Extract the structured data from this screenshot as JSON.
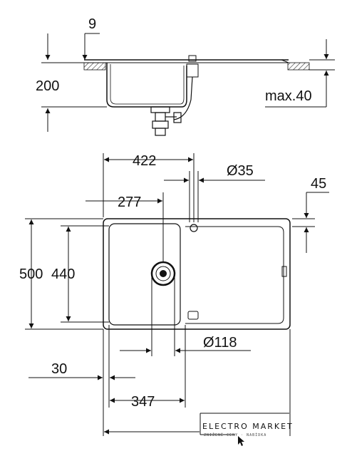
{
  "dimensions": {
    "side_offset": "9",
    "side_depth": "200",
    "side_max": "max.40",
    "width_to_tap": "422",
    "tap_hole": "Ø35",
    "bowl_to_drain": "277",
    "front_margin": "45",
    "total_depth": "500",
    "bowl_depth": "440",
    "drain_hole": "Ø118",
    "left_margin": "30",
    "bowl_width": "347"
  },
  "logo": {
    "name": "ELECTRO MARKET",
    "tagline": "ZNIŽENÉ CENY · NABÍDKA"
  },
  "colors": {
    "ink": "#111111",
    "background": "#ffffff"
  }
}
